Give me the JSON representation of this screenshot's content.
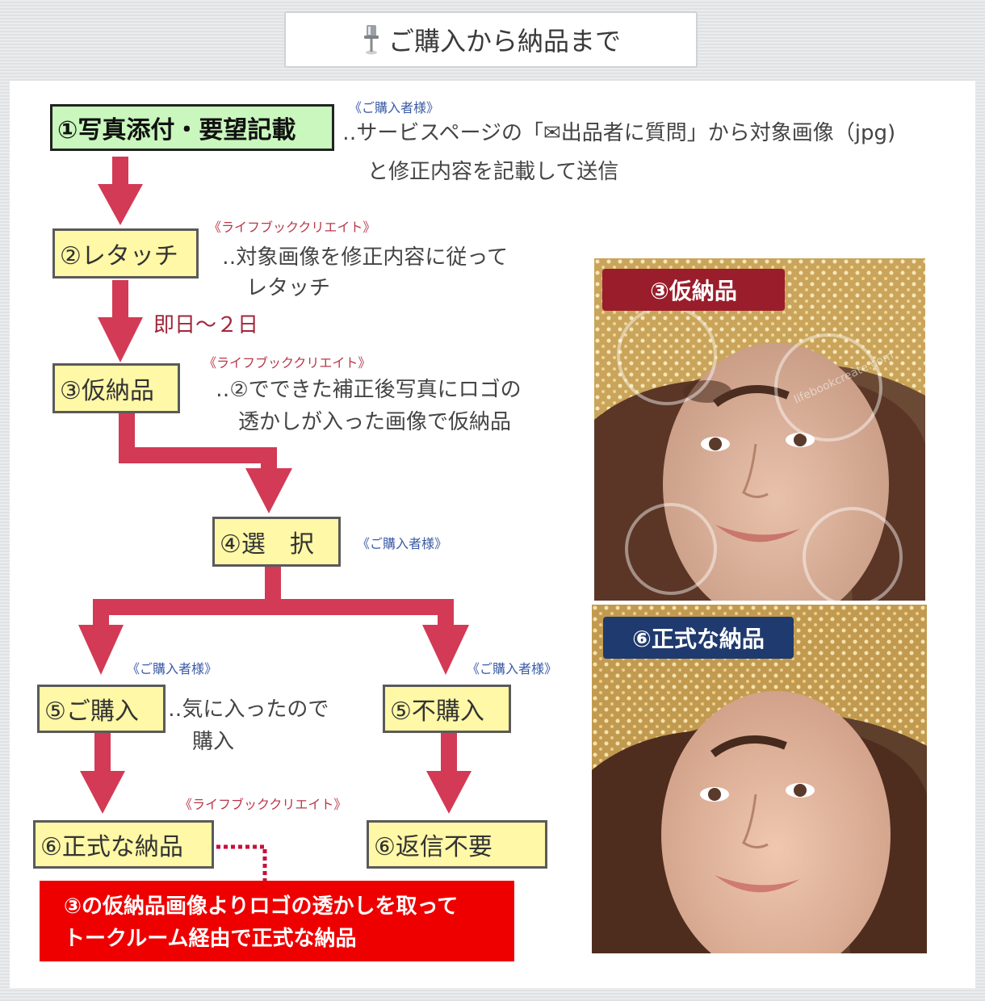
{
  "header": {
    "title": "ご購入から納品まで",
    "icon": "pushpin-icon"
  },
  "steps": {
    "s1": {
      "label": "①写真添付・要望記載",
      "actor": "《ご購入者様》",
      "desc_line1": "‥サービスページの「✉出品者に質問」から対象画像（jpg)",
      "desc_line2": "と修正内容を記載して送信"
    },
    "s2": {
      "label": "②レタッチ",
      "actor": "《ライフブッククリエイト》",
      "desc_line1": "‥対象画像を修正内容に従って",
      "desc_line2": "レタッチ",
      "duration": "即日～２日"
    },
    "s3": {
      "label": "③仮納品",
      "actor": "《ライフブッククリエイト》",
      "desc_line1": "‥②でできた補正後写真にロゴの",
      "desc_line2": "透かしが入った画像で仮納品"
    },
    "s4": {
      "label": "④選　択",
      "actor": "《ご購入者様》"
    },
    "s5a": {
      "label": "⑤ご購入",
      "actor": "《ご購入者様》",
      "desc_line1": "‥気に入ったので",
      "desc_line2": "購入"
    },
    "s5b": {
      "label": "⑤不購入",
      "actor": "《ご購入者様》"
    },
    "s6a": {
      "label": "⑥正式な納品",
      "actor": "《ライフブッククリエイト》"
    },
    "s6b": {
      "label": "⑥返信不要"
    }
  },
  "final_note": {
    "line1": "③の仮納品画像よりロゴの透かしを取って",
    "line2": "トークルーム経由で正式な納品"
  },
  "photos": {
    "provisional": {
      "badge": "③仮納品",
      "watermark": "lifebookcreate.com",
      "badge_color": "#9a1d2b"
    },
    "final": {
      "badge": "⑥正式な納品",
      "badge_color": "#1f3a6e"
    }
  },
  "colors": {
    "arrow": "#d33a55",
    "dotted": "#c8103a",
    "step_fill": "#fff8a6",
    "first_step_fill": "#c9f7bd"
  }
}
